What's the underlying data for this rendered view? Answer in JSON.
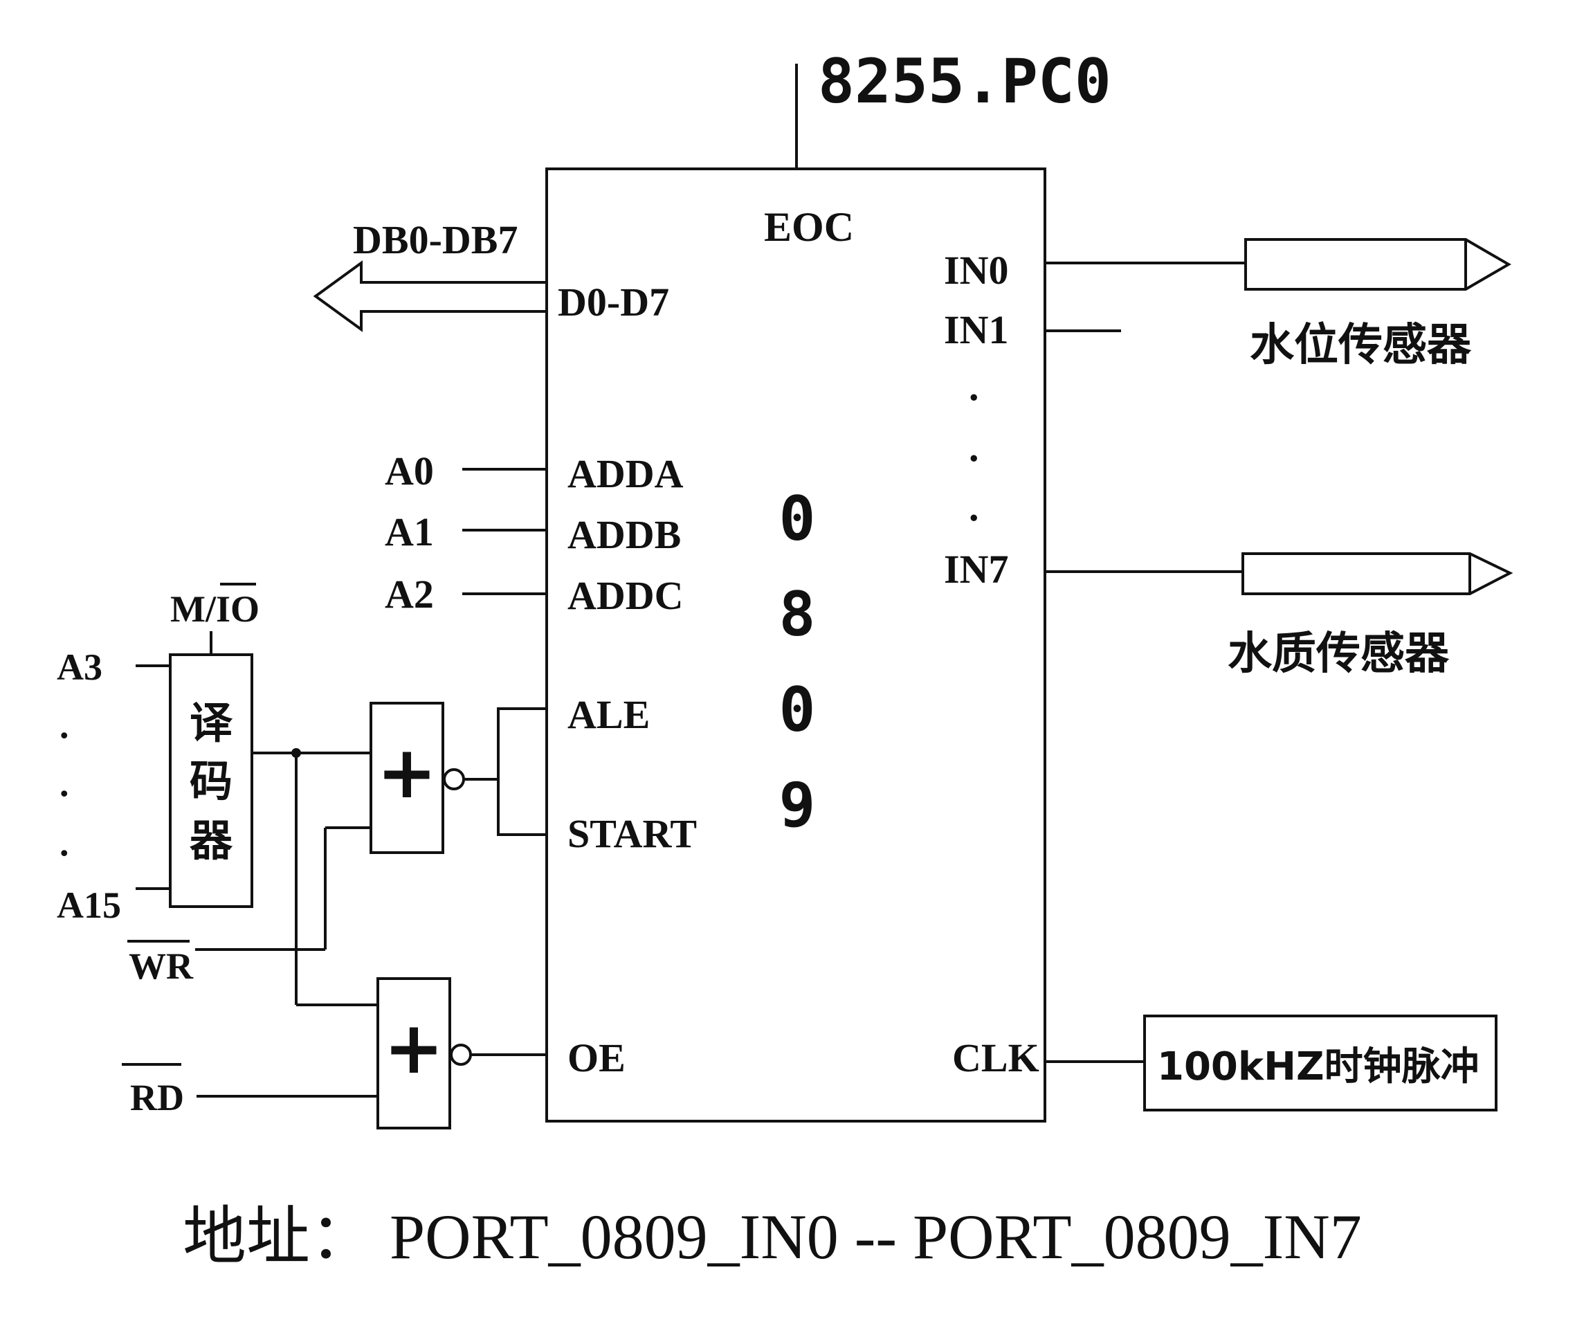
{
  "top_label": "8255.PC0",
  "chip": {
    "eoc": "EOC",
    "number": [
      "0",
      "8",
      "0",
      "9"
    ],
    "pins_left": {
      "d": "D0-D7",
      "adda": "ADDA",
      "addb": "ADDB",
      "addc": "ADDC",
      "ale": "ALE",
      "start": "START",
      "oe": "OE"
    },
    "pins_right": {
      "in0": "IN0",
      "in1": "IN1",
      "in7": "IN7",
      "clk": "CLK"
    }
  },
  "bus_label": "DB0-DB7",
  "address_lines": [
    "A0",
    "A1",
    "A2"
  ],
  "decoder": {
    "label_chars": [
      "译",
      "码",
      "器"
    ],
    "mio_prefix": "M/",
    "mio_bar": "IO",
    "inputs": [
      "A3",
      "A15"
    ]
  },
  "wr_label": "WR",
  "rd_label": "RD",
  "gate_symbol": "+",
  "sensors": {
    "water_level": "水位传感器",
    "water_quality": "水质传感器"
  },
  "clock_source": "100kHZ时钟脉冲",
  "dot_char": ".",
  "footer": "地址： PORT_0809_IN0  --  PORT_0809_IN7"
}
